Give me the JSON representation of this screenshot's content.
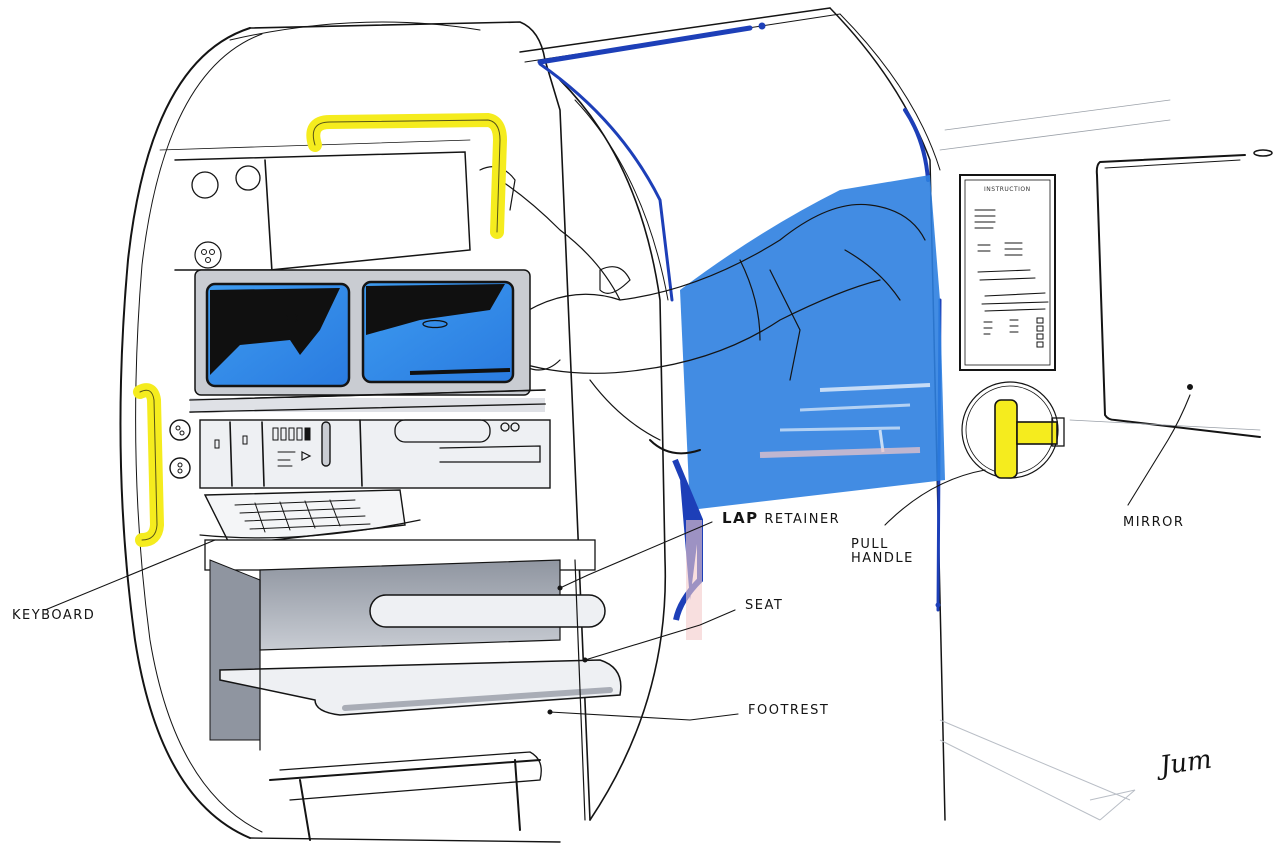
{
  "illustration": {
    "subject": "Spacecraft crew workstation module concept sketch",
    "colors": {
      "ink": "#141414",
      "blue_marker": "#2e7fe0",
      "dark_blue_marker": "#1d3fb8",
      "yellow_marker": "#f5ec1e",
      "gray_marker": "#a9adb6",
      "pink_tint": "#f4c9c9",
      "paper": "#ffffff"
    }
  },
  "callouts": {
    "keyboard": "KEYBOARD",
    "lap_retainer_1": "LAP",
    "lap_retainer_2": "RETAINER",
    "seat": "SEAT",
    "footrest": "FOOTREST",
    "pull_handle_1": "PULL",
    "pull_handle_2": "HANDLE",
    "mirror": "MIRROR"
  },
  "info_panel": {
    "title": "INSTRUCTION"
  },
  "signature": "Jum"
}
